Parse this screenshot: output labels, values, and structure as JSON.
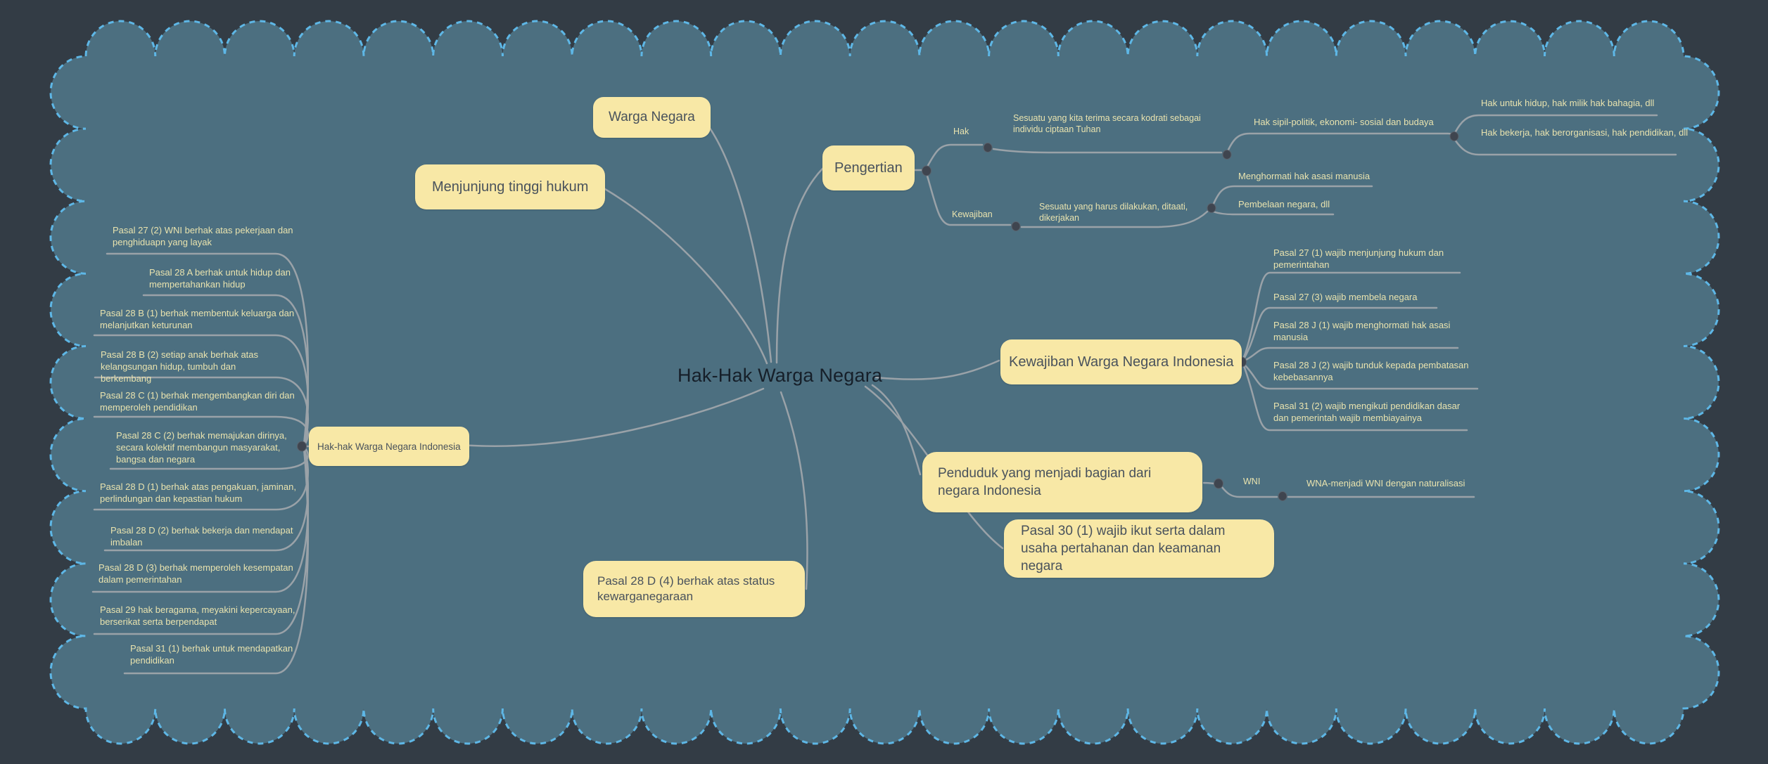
{
  "title": "Hak-Hak Warga Negara",
  "colors": {
    "canvas_outer": "#333c45",
    "cloud_fill": "#4c6f80",
    "cloud_dash": "#5eb7e6",
    "node_fill": "#f8e8a6",
    "node_text": "#49525c",
    "line": "#9aa2a8",
    "leaf_text": "#e9e3ae",
    "title_text": "#161f29"
  },
  "nodes": {
    "warga_negara": "Warga Negara",
    "menjunjung": "Menjunjung tinggi hukum",
    "pengertian": "Pengertian",
    "kewajiban_wni": "Kewajiban Warga Negara Indonesia",
    "hakhak_wni": "Hak-hak Warga Negara Indonesia",
    "penduduk": "Penduduk yang menjadi bagian dari negara Indonesia",
    "pasal30": "Pasal 30 (1)  wajib ikut serta dalam usaha pertahanan dan keamanan negara",
    "pasal28d4": "Pasal 28 D (4)  berhak atas status kewarganegaraan"
  },
  "pengertian_branch": {
    "hak_label": "Hak",
    "hak_def": "Sesuatu yang kita terima secara kodrati sebagai individu ciptaan Tuhan",
    "hak_jenis": "Hak sipil-politik, ekonomi- sosial dan budaya",
    "hak_contoh_1": "Hak untuk hidup, hak milik  hak bahagia, dll",
    "hak_contoh_2": "Hak bekerja, hak berorganisasi, hak pendidikan, dll",
    "kewajiban_label": "Kewajiban",
    "kewajiban_def": "Sesuatu yang harus dilakukan, ditaati, dikerjakan",
    "kewajiban_contoh_1": "Menghormati hak asasi manusia",
    "kewajiban_contoh_2": "Pembelaan negara, dll"
  },
  "kewajiban_items": [
    "Pasal 27 (1)  wajib menjunjung hukum dan pemerintahan",
    "Pasal 27 (3)  wajib membela negara",
    "Pasal 28 J (1)  wajib menghormati hak asasi manusia",
    "Pasal 28 J (2)  wajib tunduk kepada pembatasan kebebasannya",
    "Pasal 31 (2)  wajib mengikuti pendidikan dasar dan pemerintah wajib membiayainya"
  ],
  "hak_items": [
    "Pasal 27 (2) WNI berhak atas pekerjaan dan penghiduapn yang layak",
    "Pasal 28 A berhak untuk hidup dan mempertahankan hidup",
    "Pasal 28 B (1) berhak membentuk keluarga dan melanjutkan keturunan",
    "Pasal 28 B (2) setiap anak berhak atas kelangsungan hidup, tumbuh dan berkembang",
    "Pasal 28 C (1) berhak mengembangkan diri dan memperoleh pendidikan",
    "Pasal 28 C (2) berhak memajukan dirinya, secara kolektif membangun masyarakat, bangsa dan negara",
    "Pasal 28 D (1) berhak atas pengakuan, jaminan, perlindungan dan kepastian hukum",
    "Pasal 28 D (2) berhak bekerja dan mendapat imbalan",
    "Pasal 28 D (3) berhak memperoleh kesempatan dalam pemerintahan",
    "Pasal 29  hak beragama, meyakini kepercayaan, berserikat serta berpendapat",
    "Pasal 31 (1)  berhak untuk mendapatkan pendidikan"
  ],
  "penduduk_branch": {
    "wni_label": "WNI",
    "wna_text": "WNA-menjadi WNI dengan naturalisasi"
  }
}
